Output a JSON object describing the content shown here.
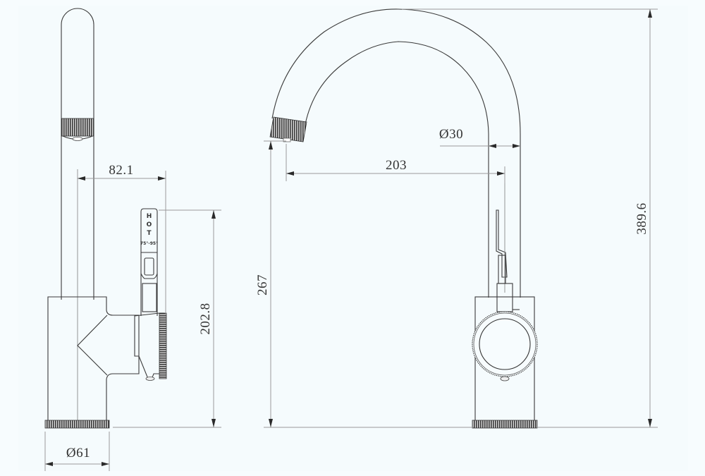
{
  "drawing": {
    "title": "Kitchen faucet technical drawing",
    "views": [
      "side-view",
      "front-view"
    ],
    "units": "mm"
  },
  "dimensions": {
    "handle_offset": "82.1",
    "handle_height": "202.8",
    "base_diameter": "Ø61",
    "spout_diameter": "Ø30",
    "spout_reach": "203",
    "spout_clearance": "267",
    "total_height": "389.6"
  },
  "handle_label": {
    "line1": "H",
    "line2": "O",
    "line3": "T",
    "temperature": "75°-95°"
  },
  "colors": {
    "line": "#3a3a3a",
    "dimension_line": "#9a9a9a",
    "background": "#f7fcfe"
  }
}
